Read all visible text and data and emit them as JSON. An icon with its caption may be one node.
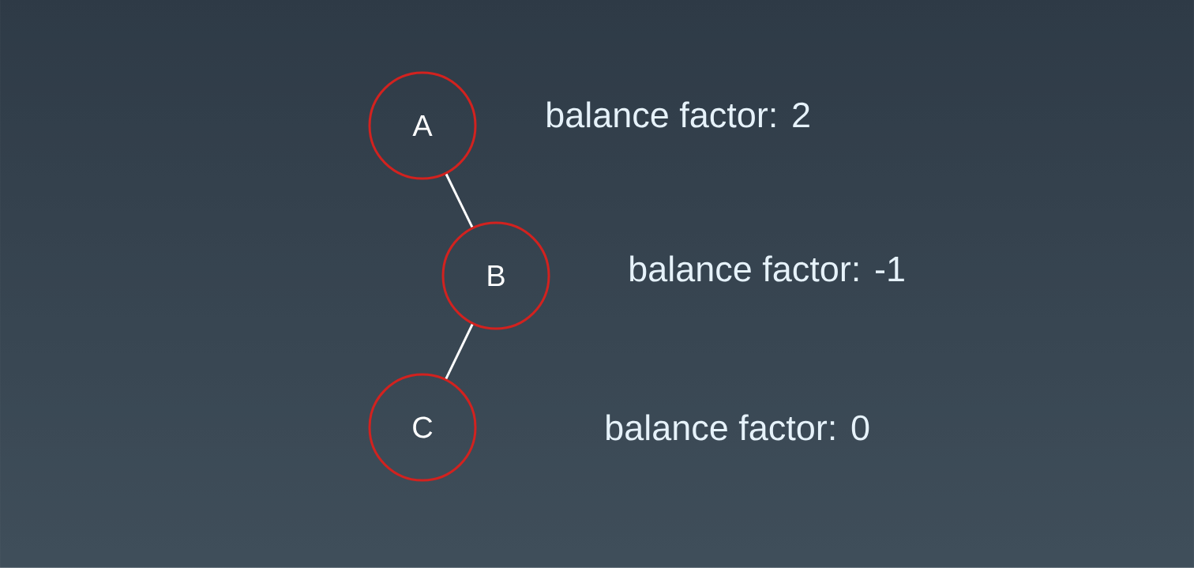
{
  "diagram": {
    "nodes": [
      {
        "text": [
          "A"
        ],
        "beside": [
          "balance factor: 2"
        ]
      },
      {
        "text": [
          "B"
        ],
        "beside": [
          "balance factor: -1"
        ]
      },
      {
        "text": [
          "C"
        ],
        "beside": [
          "balance factor: 0"
        ]
      }
    ],
    "edges": [
      {
        "from": 0,
        "to": 1,
        "arrow": "none"
      },
      {
        "from": 1,
        "to": 2,
        "arrow": "none"
      }
    ]
  }
}
